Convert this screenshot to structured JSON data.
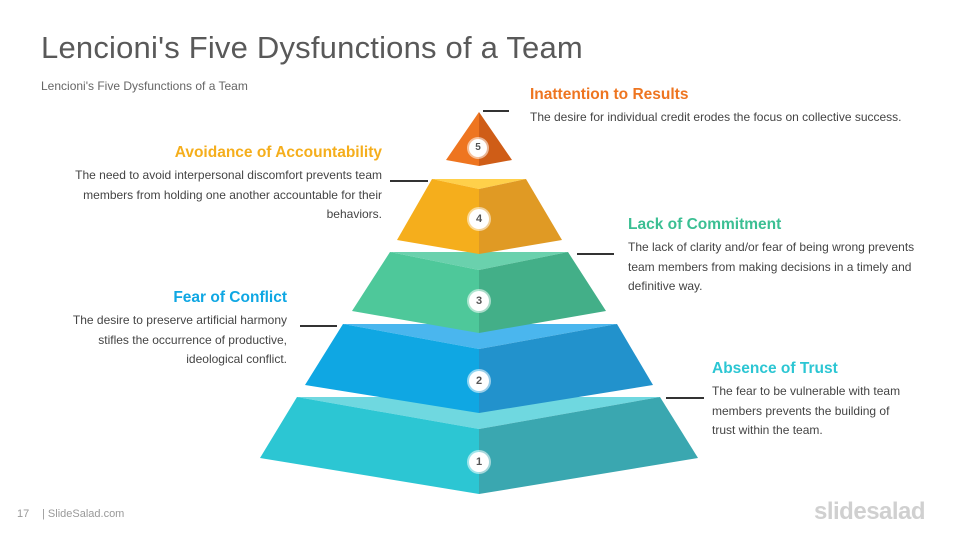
{
  "slide": {
    "title": "Lencioni's Five Dysfunctions of a Team",
    "subtitle": "Lencioni's  Five Dysfunctions  of a Team",
    "page_number": "17",
    "source": "| SlideSalad.com",
    "brand": "slidesalad"
  },
  "levels": [
    {
      "number": "1",
      "title": "Absence of Trust",
      "text": "The fear to be vulnerable with team members prevents the building of trust within the team.",
      "color": "#2cc6d3"
    },
    {
      "number": "2",
      "title": "Fear of Conflict",
      "text": "The desire to preserve artificial harmony stifles the occurrence of productive, ideological conflict.",
      "color": "#0fa7e3"
    },
    {
      "number": "3",
      "title": "Lack of Commitment",
      "text": "The lack of clarity and/or fear of being wrong prevents team members from making decisions in a timely and definitive way.",
      "color": "#3bbf93"
    },
    {
      "number": "4",
      "title": "Avoidance of Accountability",
      "text": "The need to avoid interpersonal discomfort prevents team members from holding one another accountable for their behaviors.",
      "color": "#f5ae1c"
    },
    {
      "number": "5",
      "title": "Inattention to Results",
      "text": "The desire for individual credit erodes the focus on collective success.",
      "color": "#ee7520"
    }
  ]
}
